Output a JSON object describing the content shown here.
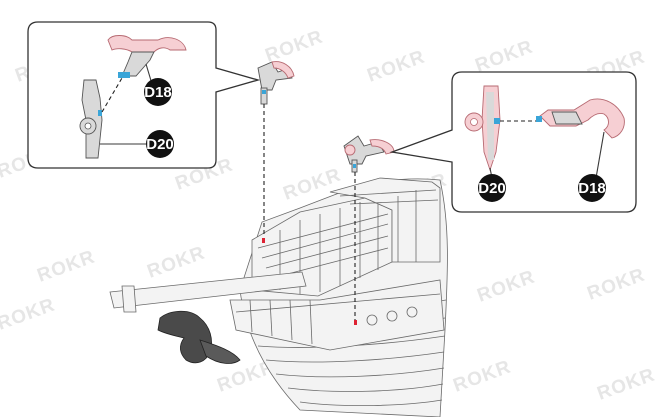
{
  "watermark": {
    "text": "ROKR"
  },
  "callout_left": {
    "part_top": "D18",
    "part_bottom": "D20"
  },
  "callout_right": {
    "part_left": "D20",
    "part_right": "D18"
  },
  "colors": {
    "part_pink": "#f6cfd3",
    "part_grey": "#d9d9d9",
    "peg_blue": "#3aa5d8",
    "badge": "#111111",
    "watermark": "#e6e6e6"
  }
}
